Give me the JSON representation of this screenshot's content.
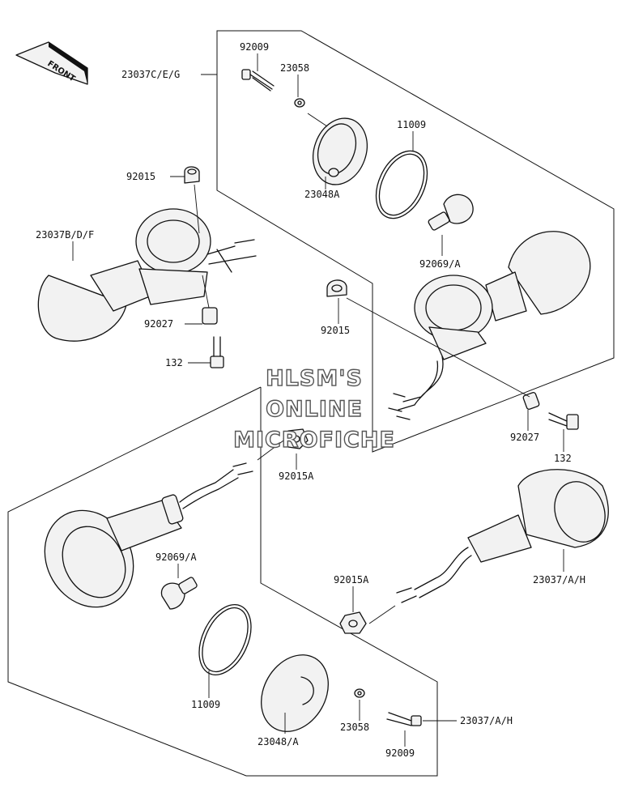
{
  "watermark": {
    "line1": "HLSM'S",
    "line2": "ONLINE",
    "line3": "MICROFICHE"
  },
  "front_arrow": {
    "label": "FRONT"
  },
  "parts": {
    "p92009_top": "92009",
    "p23058_top": "23058",
    "p23037ceg": "23037C/E/G",
    "p11009_top": "11009",
    "p92015_left": "92015",
    "p23048a_top": "23048A",
    "p23037bdf": "23037B/D/F",
    "p92069a_top": "92069/A",
    "p92015_mid": "92015",
    "p92027_left": "92027",
    "p132_left": "132",
    "p92015a_mid": "92015A",
    "p92027_right": "92027",
    "p132_right": "132",
    "p92069a_bot": "92069/A",
    "p23037ah_mid": "23037/A/H",
    "p92015a_bot": "92015A",
    "p11009_bot": "11009",
    "p23058_bot": "23058",
    "p23037ah_bot": "23037/A/H",
    "p23048a_bot": "23048/A",
    "p92009_bot": "92009"
  }
}
